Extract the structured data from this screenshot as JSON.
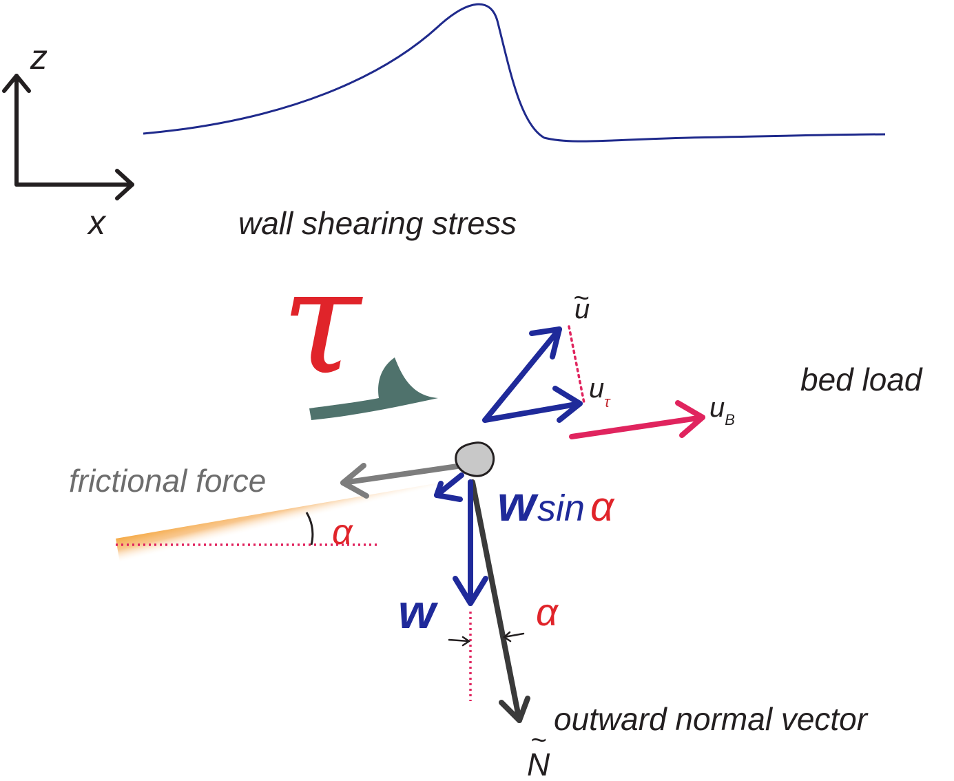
{
  "axes": {
    "z_label": "z",
    "x_label": "x"
  },
  "labels": {
    "wall_shearing_stress": "wall shearing stress",
    "tau": "τ",
    "u_tilde": "u",
    "u_tilde_accent": "~",
    "u_tau_base": "u",
    "u_tau_sub": "τ",
    "u_b_base": "u",
    "u_b_sub": "B",
    "bed_load": "bed load",
    "frictional_force": "frictional force",
    "w_sin": "w",
    "sin_text": "sin",
    "alpha_sin": "α",
    "alpha_slope": "α",
    "w": "w",
    "alpha_normal": "α",
    "outward_normal_vector": "outward normal vector",
    "n_tilde": "N",
    "n_tilde_accent": "~"
  },
  "colors": {
    "curve": "#1f2a8c",
    "vector_blue": "#1f2a9a",
    "tau_red": "#e0242a",
    "alpha_red": "#e0242a",
    "u_b_pink": "#e0245e",
    "dotted_red": "#e0245e",
    "bed_orange": "#f39a1e",
    "flow_arrow": "#4f726c",
    "friction_gray": "#7d7d7d",
    "normal_dark": "#3a3a3a",
    "particle": "#c8c8c8",
    "text_dark": "#231f20"
  }
}
